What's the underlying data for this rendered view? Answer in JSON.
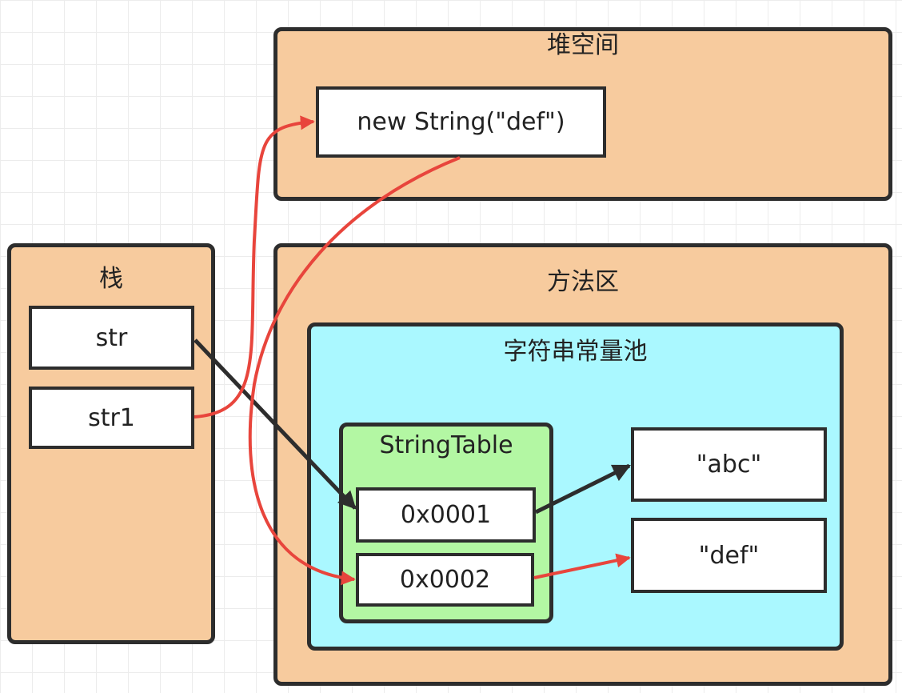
{
  "heap": {
    "title": "堆空间",
    "object": "new String(\"def\")"
  },
  "stack": {
    "title": "栈",
    "vars": [
      "str",
      "str1"
    ]
  },
  "method_area": {
    "title": "方法区",
    "constant_pool": {
      "title": "字符串常量池",
      "string_table": {
        "title": "StringTable",
        "entries": [
          "0x0001",
          "0x0002"
        ]
      },
      "literals": [
        "\"abc\"",
        "\"def\""
      ]
    }
  },
  "colors": {
    "region_fill": "#f7cb9e",
    "pool_fill": "#aaf8ff",
    "table_fill": "#b3f7a3",
    "red_arrow": "#e8453c",
    "black_arrow": "#2d2d2d"
  }
}
